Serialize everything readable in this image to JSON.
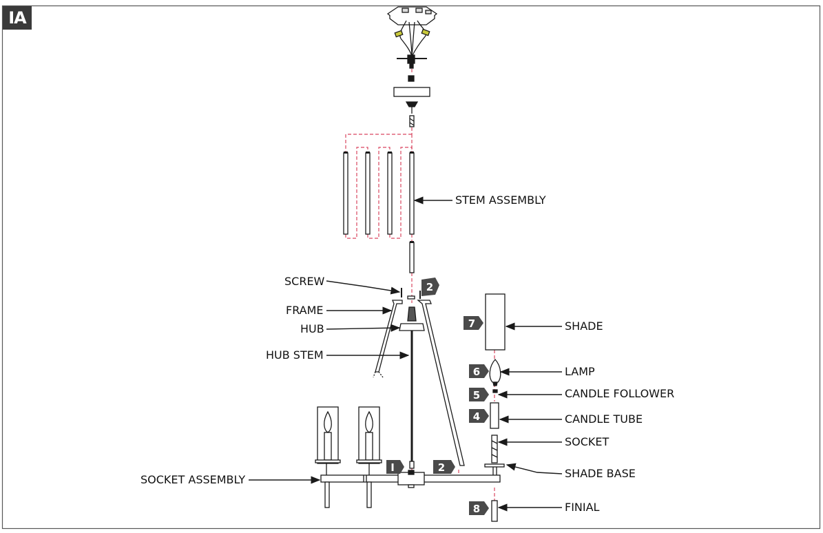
{
  "figure_tag": "IA",
  "labels": {
    "stem_assembly": "STEM ASSEMBLY",
    "screw": "SCREW",
    "frame": "FRAME",
    "hub": "HUB",
    "hub_stem": "HUB STEM",
    "shade": "SHADE",
    "lamp": "LAMP",
    "candle_follower": "CANDLE FOLLOWER",
    "candle_tube": "CANDLE TUBE",
    "socket": "SOCKET",
    "shade_base": "SHADE BASE",
    "socket_assembly": "SOCKET ASSEMBLY",
    "finial": "FINIAL"
  },
  "steps": {
    "s1": "I",
    "s2a": "2",
    "s2b": "2",
    "s4": "4",
    "s5": "5",
    "s6": "6",
    "s7": "7",
    "s8": "8"
  },
  "colors": {
    "line": "#1a1a1a",
    "guide": "#d9455f",
    "badge": "#4a4a4a",
    "connector": "#c9c93a"
  }
}
